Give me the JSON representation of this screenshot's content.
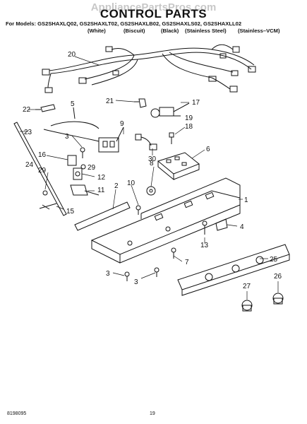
{
  "watermark": "AppliancePartsPros.com",
  "title": "CONTROL PARTS",
  "models_line": "For Models: GS2SHAXLQ02, GS2SHAXLT02, GS2SHAXLB02, GS2SHAXLS02, GS2SHAXLL02",
  "color_labels": [
    "(White)",
    "(Biscuit)",
    "(Black)",
    "(Stainless Steel)",
    "(Stainless–VCM)"
  ],
  "callouts": {
    "c20": "20",
    "c21": "21",
    "c17": "17",
    "c19": "19",
    "c22": "22",
    "c5": "5",
    "c23": "23",
    "c9": "9",
    "c18": "18",
    "c3a": "3",
    "c16": "16",
    "c30": "30",
    "c6": "6",
    "c8": "8",
    "c29a": "29",
    "c29b": "29",
    "c24": "24",
    "c12": "12",
    "c10": "10",
    "c2": "2",
    "c11": "11",
    "c1": "1",
    "c15": "15",
    "c4": "4",
    "c13": "13",
    "c7": "7",
    "c25": "25",
    "c3b": "3",
    "c3c": "3",
    "c26": "26",
    "c27": "27"
  },
  "footer": {
    "doc_number": "8198095",
    "page_number": "19"
  }
}
